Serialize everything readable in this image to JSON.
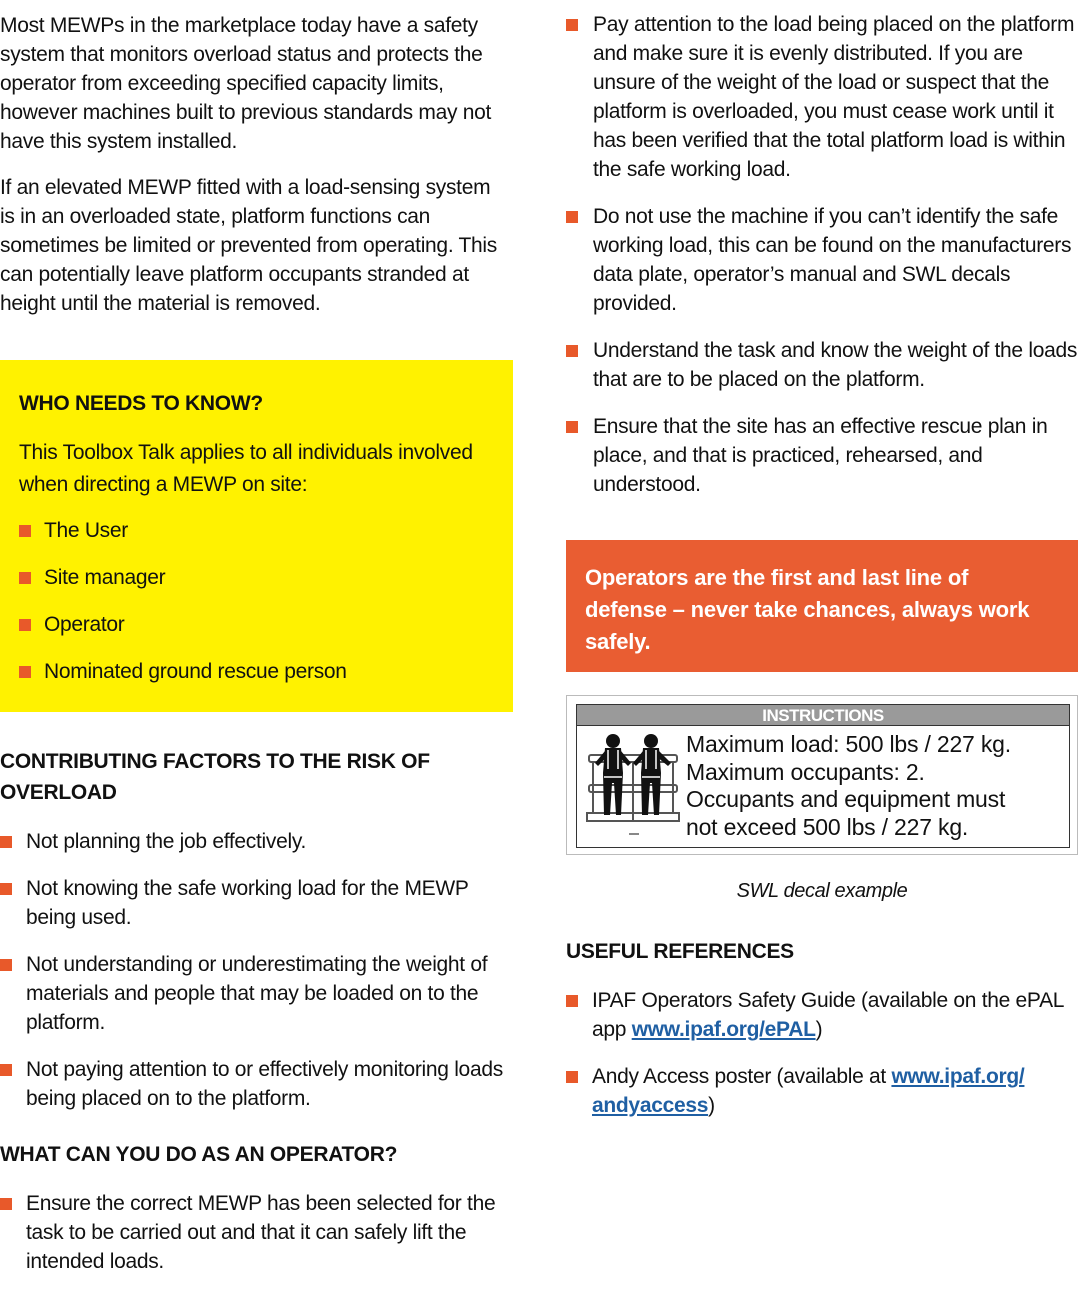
{
  "left_column": {
    "intro_paragraphs": [
      "Most MEWPs in the marketplace today have a safety system that monitors overload status and protects the operator from exceeding specified capacity limits, however machines built to previous standards may not have this system installed.",
      "If an elevated MEWP fitted with a load-sensing system is in an overloaded state, platform functions can sometimes be limited or prevented from operating. This can potentially leave platform occupants stranded at height until the material is removed."
    ],
    "who_needs_to_know": {
      "title": "WHO NEEDS TO KNOW?",
      "intro": "This Toolbox Talk applies to all individuals involved when directing a MEWP on site:",
      "items": [
        "The User",
        "Site manager",
        "Operator",
        "Nominated ground rescue person"
      ],
      "background_color": "#fff200"
    },
    "contributing_factors": {
      "title": "CONTRIBUTING FACTORS TO THE RISK OF OVERLOAD",
      "items": [
        "Not planning the job effectively.",
        "Not knowing the safe working load for the MEWP being used.",
        "Not understanding or underestimating the weight of materials and people that may be loaded on to the platform.",
        "Not paying attention to or effectively monitoring loads being placed on to the platform."
      ]
    },
    "operator_actions": {
      "title": "WHAT CAN YOU DO AS AN OPERATOR?",
      "items": [
        "Ensure the correct MEWP has been selected for the task to be carried out and that it can safely lift the intended loads."
      ]
    }
  },
  "right_column": {
    "operator_actions_continued": [
      "Pay attention to the load being placed on the platform and make sure it is evenly distributed. If you are unsure of the weight of the load or suspect that the platform is overloaded, you must cease work until it has been verified that the total platform load is within the safe working load.",
      "Do not use the machine if you can’t identify the safe working load, this can be found on the manufacturers data plate, operator’s manual and SWL decals provided.",
      "Understand the task and know the weight of the loads that are to be placed on the platform.",
      "Ensure that the site has an effective rescue plan in place, and that is practiced, rehearsed, and understood."
    ],
    "callout": {
      "text": "Operators are the first and last line of defense – never take chances, always work safely.",
      "background_color": "#e95d32"
    },
    "decal": {
      "header": "INSTRUCTIONS",
      "lines": [
        "Maximum load: 500 lbs / 227 kg.",
        "Maximum occupants: 2.",
        "Occupants and equipment must",
        "not exceed 500 lbs / 227 kg."
      ],
      "caption": "SWL decal example"
    },
    "useful_references": {
      "title": "USEFUL REFERENCES",
      "items": [
        {
          "text_before": "IPAF Operators Safety Guide (available on the ePAL app ",
          "link": "www.ipaf.org/ePAL",
          "text_after": ")"
        },
        {
          "text_before": "Andy Access poster (available at ",
          "link": "www.ipaf.org/andyaccess",
          "link_line1": "www.ipaf.org/",
          "link_line2": "andyaccess",
          "text_after": ")"
        }
      ]
    }
  },
  "colors": {
    "bullet": "#e8592a",
    "link": "#1f5fa3",
    "yellow": "#fff200",
    "orange": "#e95d32"
  }
}
